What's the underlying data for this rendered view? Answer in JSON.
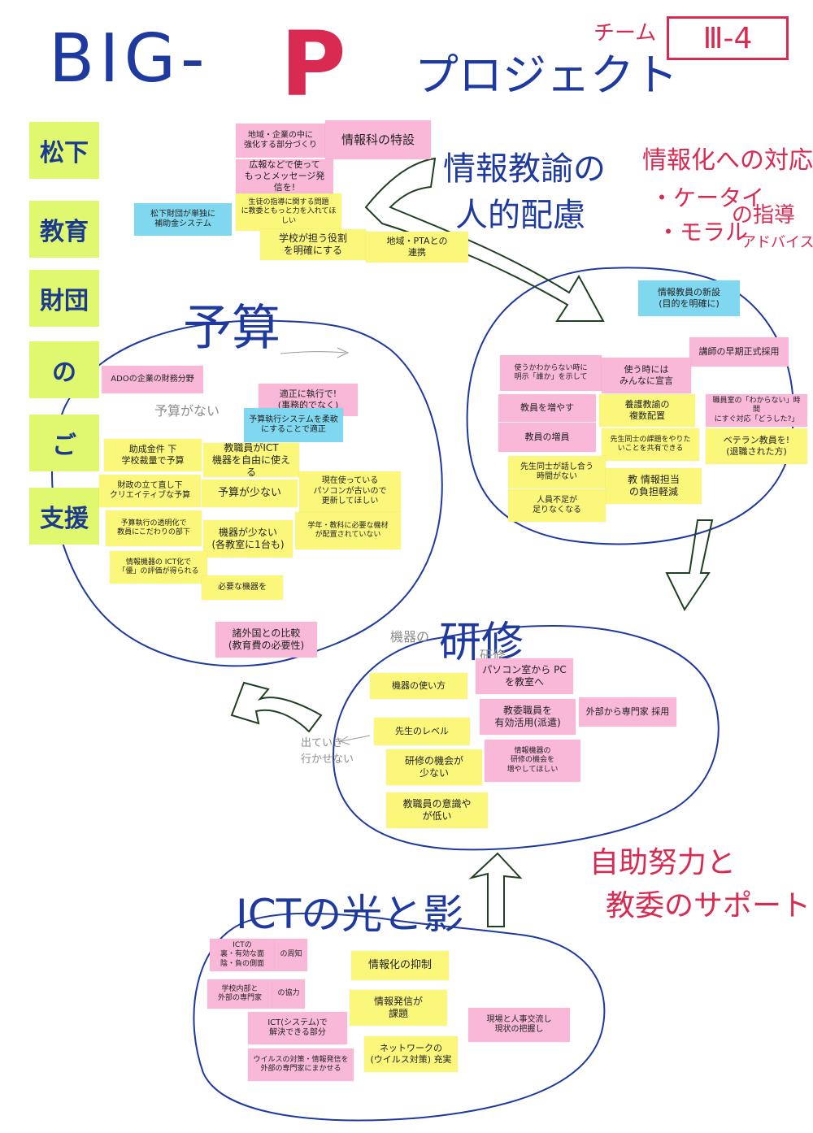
{
  "header": {
    "title_big": "BIG-",
    "title_p": "P",
    "title_project": "プロジェクト",
    "team_label": "チーム",
    "team_number": "Ⅲ-4"
  },
  "sidebar": [
    "松下",
    "教育",
    "財団",
    "の",
    "ご",
    "支援"
  ],
  "headings": {
    "staffing": "情報教諭の",
    "staffing_line2": "人的配慮",
    "info_response": "情報化への対応",
    "keitai": "・ケータイ",
    "moral": "・モラル",
    "guidance": "の指導",
    "advice": "アドバイス",
    "budget": "予算",
    "training": "研修",
    "ict": "ICTの光と影",
    "self_help": "自助努力と",
    "board_support": "教委のサポート"
  },
  "faint_notes": {
    "no_budget": "予算がない",
    "kikai_no": "機器の",
    "kenshu_small": "研修",
    "go_out": "出ていき\n行かせない"
  },
  "notes": {
    "top": [
      {
        "id": "local-companies",
        "color": "pink",
        "text": "地域・企業の中に\n強化する部分づくり"
      },
      {
        "id": "info-dept-setup",
        "color": "pink",
        "text": "情報科の特設"
      },
      {
        "id": "pr-message",
        "color": "pink",
        "text": "広報などで使って\nもっとメッセージ発信を!"
      },
      {
        "id": "student-tech",
        "color": "yellow",
        "text": "生徒の指導に関する問題\nに教委ともっと力を入れてほしい"
      },
      {
        "id": "matsushita-grant",
        "color": "blue",
        "text": "松下財団が単独に\n補助金システム"
      },
      {
        "id": "school-role",
        "color": "yellow",
        "text": "学校が担う役割\nを明確にする"
      },
      {
        "id": "pta-cooperation",
        "color": "yellow",
        "text": "地域・PTAとの\n連携"
      }
    ],
    "staffing": [
      {
        "id": "new-teacher-post",
        "color": "blue",
        "text": "情報教員の新設\n(目的を明確に)"
      },
      {
        "id": "full-time-hire",
        "color": "pink",
        "text": "講師の早期正式採用"
      },
      {
        "id": "unclear-tools",
        "color": "pink",
        "text": "使うかわからない時に\n明示「誰か」を示して"
      },
      {
        "id": "use-together",
        "color": "pink",
        "text": "使う時には\nみんなに宣言"
      },
      {
        "id": "teacher-reduce",
        "color": "pink",
        "text": "教員を増やす"
      },
      {
        "id": "nurse-teacher",
        "color": "yellow",
        "text": "養護教諭の\n複数配置"
      },
      {
        "id": "ask-questions",
        "color": "pink",
        "text": "職員室の「わからない」時間\nにすぐ対応「どうした?」"
      },
      {
        "id": "teacher-increase",
        "color": "pink",
        "text": "教員の増員"
      },
      {
        "id": "teacher-issues",
        "color": "yellow",
        "text": "先生同士の課題をやりた\nいことを共有できる"
      },
      {
        "id": "veteran-teacher",
        "color": "yellow",
        "text": "ベテラン教員を!\n(退職された方)"
      },
      {
        "id": "teacher-talk",
        "color": "yellow",
        "text": "先生同士が話し合う\n時間がない"
      },
      {
        "id": "reduce-burden",
        "color": "yellow",
        "text": "教 情報担当\nの負担軽減"
      },
      {
        "id": "shortage",
        "color": "yellow",
        "text": "人員不足が\n足りなくなる"
      }
    ],
    "budget": [
      {
        "id": "private-funding",
        "color": "pink",
        "text": "ADOの企業の財務分野"
      },
      {
        "id": "proper-execution",
        "color": "pink",
        "text": "適正に執行で!\n(事務的でなく)"
      },
      {
        "id": "budget-system",
        "color": "blue",
        "text": "予算執行システムを柔軟\nにすることで適正"
      },
      {
        "id": "school-budget",
        "color": "yellow",
        "text": "助成金件 下\n学校裁量で予算"
      },
      {
        "id": "staff-ict",
        "color": "yellow",
        "text": "教職員がICT\n機器を自由に使える"
      },
      {
        "id": "creative-budget",
        "color": "yellow",
        "text": "財政の立て直し下\nクリエイティブな予算"
      },
      {
        "id": "low-budget",
        "color": "yellow",
        "text": "予算が少ない"
      },
      {
        "id": "current-pc",
        "color": "yellow",
        "text": "現在使っている\nパソコンが古いので\n更新してほしい"
      },
      {
        "id": "execution-flow",
        "color": "yellow",
        "text": "予算執行の透明化で\n教員にこだわりの部下"
      },
      {
        "id": "few-devices",
        "color": "yellow",
        "text": "機器が少ない\n(各教室に1台も)"
      },
      {
        "id": "subject-devices",
        "color": "yellow",
        "text": "学年・教科に必要な機材\nが配置されていない"
      },
      {
        "id": "ict-locker",
        "color": "yellow",
        "text": "情報機器の ICT化で\n「優」の評価が得られる"
      },
      {
        "id": "needed-devices",
        "color": "yellow",
        "text": "必要な機器を"
      },
      {
        "id": "foreign-compare",
        "color": "pink",
        "text": "諸外国との比較\n(教育費の必要性)"
      }
    ],
    "training": [
      {
        "id": "pc-to-classroom",
        "color": "pink",
        "text": "パソコン室から PC\nを教室へ"
      },
      {
        "id": "device-usage",
        "color": "yellow",
        "text": "機器の使い方"
      },
      {
        "id": "external-expert",
        "color": "pink",
        "text": "外部から専門家 採用"
      },
      {
        "id": "staff-utilize",
        "color": "pink",
        "text": "教委職員を\n有効活用(派遣)"
      },
      {
        "id": "teacher-level",
        "color": "yellow",
        "text": "先生のレベル"
      },
      {
        "id": "training-opportunity",
        "color": "yellow",
        "text": "研修の機会が\n少ない"
      },
      {
        "id": "info-training",
        "color": "yellow",
        "text": "情報機器の\n研修の機会を\n増やしてほしい"
      },
      {
        "id": "staff-awareness",
        "color": "yellow",
        "text": "教職員の意識や\nが低い"
      }
    ],
    "ict": [
      {
        "id": "ict-light-shadow",
        "color": "pink",
        "text": "ICTの\n裏・有効な面\n陰・負の側面"
      },
      {
        "id": "ict-awareness",
        "color": "pink",
        "text": "の周知"
      },
      {
        "id": "info-restraint",
        "color": "yellow",
        "text": "情報化の抑制"
      },
      {
        "id": "school-outside",
        "color": "pink",
        "text": "学校内部と\n外部の専門家"
      },
      {
        "id": "partner-check",
        "color": "pink",
        "text": "の協力"
      },
      {
        "id": "info-transmission",
        "color": "yellow",
        "text": "情報発信が\n課題"
      },
      {
        "id": "ict-system",
        "color": "pink",
        "text": "ICT(システム)で\n解決できる部分"
      },
      {
        "id": "network",
        "color": "yellow",
        "text": "ネットワークの\n(ウイルス対策) 充実"
      },
      {
        "id": "field-exchange",
        "color": "pink",
        "text": "現場と人事交流し\n現状の把握し"
      },
      {
        "id": "virus-info",
        "color": "pink",
        "text": "ウイルスの対策・情報発信を\n外部の専門家にまかせる"
      }
    ]
  }
}
